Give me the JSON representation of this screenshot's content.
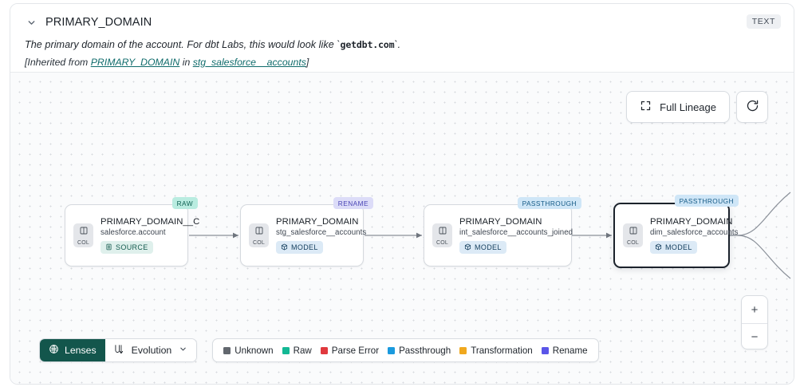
{
  "header": {
    "collapse_icon": "chevron-down-icon",
    "title": "PRIMARY_DOMAIN",
    "type_badge": "TEXT",
    "description_pre": "The primary domain of the account. For dbt Labs, this would look like `",
    "description_code": "getdbt.com",
    "description_post": "`.",
    "inherit_pre": "[Inherited from ",
    "inherit_link1": "PRIMARY_DOMAIN",
    "inherit_mid": " in ",
    "inherit_link2": "stg_salesforce__accounts",
    "inherit_post": "]"
  },
  "toolbar": {
    "full_lineage_label": "Full Lineage",
    "full_lineage_icon": "expand-icon",
    "refresh_icon": "refresh-icon"
  },
  "zoom_controls": {
    "zoom_in_label": "+",
    "zoom_out_label": "−"
  },
  "bottom_bar": {
    "lenses_label": "Lenses",
    "lenses_icon": "lens-icon",
    "evolution_label": "Evolution",
    "evolution_icon": "evolution-icon",
    "evolution_chevron": "chevron-down-icon"
  },
  "legend": {
    "items": [
      {
        "label": "Unknown",
        "color": "#62676e"
      },
      {
        "label": "Raw",
        "color": "#13b894"
      },
      {
        "label": "Parse Error",
        "color": "#e0393e"
      },
      {
        "label": "Passthrough",
        "color": "#1a9ade"
      },
      {
        "label": "Transformation",
        "color": "#f0a81e"
      },
      {
        "label": "Rename",
        "color": "#5a55e8"
      }
    ]
  },
  "lineage": {
    "nodes": [
      {
        "badge": "RAW",
        "badge_kind": "raw",
        "col_label": "COL",
        "col_icon": "columns-icon",
        "name": "PRIMARY_DOMAIN__C",
        "subtitle": "salesforce.account",
        "chip_label": "SOURCE",
        "chip_kind": "source",
        "chip_icon": "database-icon",
        "selected": false
      },
      {
        "badge": "RENAME",
        "badge_kind": "rename",
        "col_label": "COL",
        "col_icon": "columns-icon",
        "name": "PRIMARY_DOMAIN",
        "subtitle": "stg_salesforce__accounts",
        "chip_label": "MODEL",
        "chip_kind": "model",
        "chip_icon": "cube-icon",
        "selected": false
      },
      {
        "badge": "PASSTHROUGH",
        "badge_kind": "passthrough",
        "col_label": "COL",
        "col_icon": "columns-icon",
        "name": "PRIMARY_DOMAIN",
        "subtitle": "int_salesforce__accounts_joined",
        "chip_label": "MODEL",
        "chip_kind": "model",
        "chip_icon": "cube-icon",
        "selected": false
      },
      {
        "badge": "PASSTHROUGH",
        "badge_kind": "passthrough",
        "col_label": "COL",
        "col_icon": "columns-icon",
        "name": "PRIMARY_DOMAIN",
        "subtitle": "dim_salesforce_accounts",
        "chip_label": "MODEL",
        "chip_kind": "model",
        "chip_icon": "cube-icon",
        "selected": true
      }
    ]
  }
}
